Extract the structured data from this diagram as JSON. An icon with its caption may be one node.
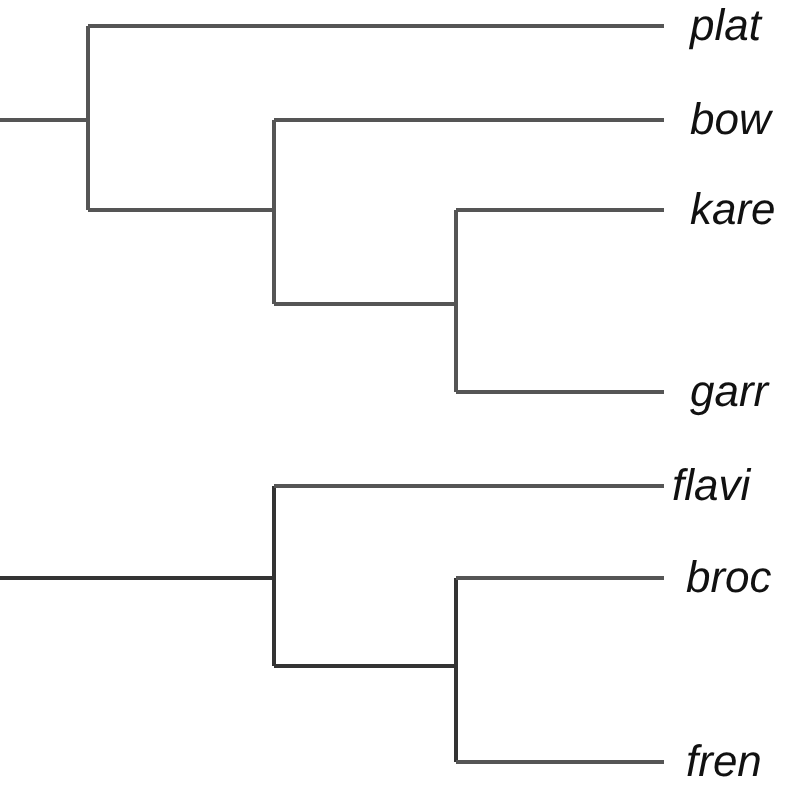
{
  "diagram": {
    "nodes": [
      {
        "text": [
          "plat"
        ]
      },
      {
        "text": [
          "bow"
        ]
      },
      {
        "text": [
          "kare"
        ]
      },
      {
        "text": [
          "garr"
        ]
      },
      {
        "text": [
          "flavi"
        ]
      },
      {
        "text": [
          "broc"
        ]
      },
      {
        "text": [
          "fren"
        ]
      }
    ],
    "edges": [
      {
        "from": null,
        "to": 0,
        "arrow": "none"
      },
      {
        "from": null,
        "to": 1,
        "arrow": "none"
      },
      {
        "from": null,
        "to": 2,
        "arrow": "none"
      },
      {
        "from": null,
        "to": 3,
        "arrow": "none"
      },
      {
        "from": null,
        "to": 4,
        "arrow": "none"
      },
      {
        "from": null,
        "to": 5,
        "arrow": "none"
      },
      {
        "from": null,
        "to": 6,
        "arrow": "none"
      }
    ]
  }
}
